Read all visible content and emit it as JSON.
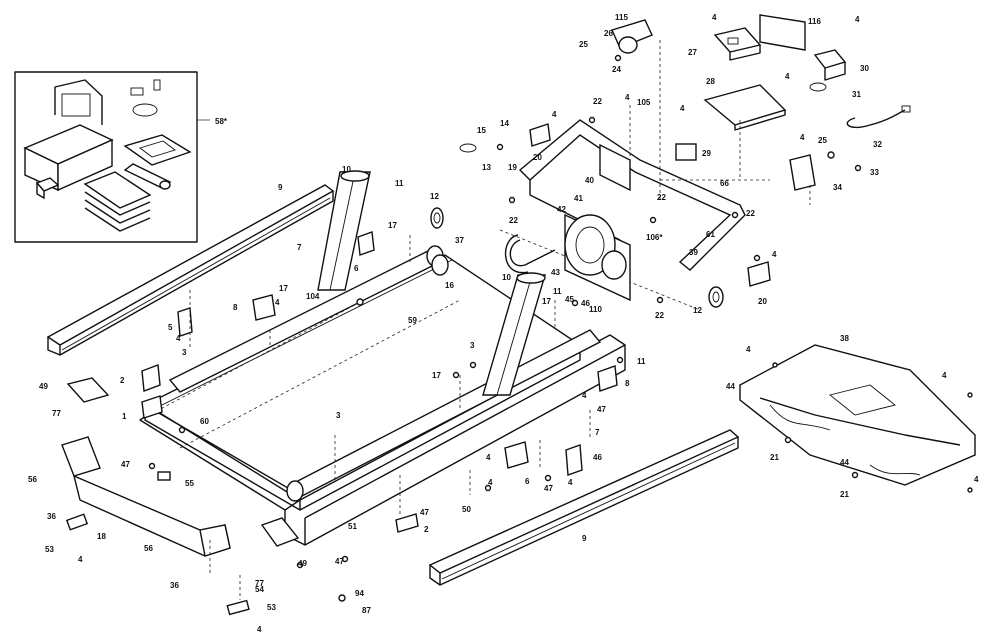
{
  "callouts": {
    "c1": "1",
    "c2a": "2",
    "c2b": "2",
    "c3a": "3",
    "c3b": "3",
    "c3c": "3",
    "c4a": "4",
    "c4b": "4",
    "c4c": "4",
    "c4d": "4",
    "c4e": "4",
    "c4f": "4",
    "c4g": "4",
    "c4h": "4",
    "c4i": "4",
    "c4j": "4",
    "c4k": "4",
    "c4l": "4",
    "c4m": "4",
    "c4n": "4",
    "c4o": "4",
    "c5": "5",
    "c6a": "6",
    "c6b": "6",
    "c7a": "7",
    "c7b": "7",
    "c8a": "8",
    "c8b": "8",
    "c9a": "9",
    "c9b": "9",
    "c10a": "10",
    "c10b": "10",
    "c11a": "11",
    "c11b": "11",
    "c11c": "11",
    "c12a": "12",
    "c12b": "12",
    "c13": "13",
    "c14": "14",
    "c15": "15",
    "c16": "16",
    "c17a": "17",
    "c17b": "17",
    "c17c": "17",
    "c17d": "17",
    "c18": "18",
    "c19": "19",
    "c20a": "20",
    "c20b": "20",
    "c21a": "21",
    "c21b": "21",
    "c22a": "22",
    "c22b": "22",
    "c22c": "22",
    "c22d": "22",
    "c22e": "22",
    "c24": "24",
    "c25a": "25",
    "c25b": "25",
    "c26": "26",
    "c27": "27",
    "c28": "28",
    "c29": "29",
    "c30": "30",
    "c31": "31",
    "c32": "32",
    "c33": "33",
    "c34": "34",
    "c36a": "36",
    "c36b": "36",
    "c37": "37",
    "c38": "38",
    "c39": "39",
    "c40": "40",
    "c41": "41",
    "c42": "42",
    "c43": "43",
    "c44a": "44",
    "c44b": "44",
    "c45": "45",
    "c46a": "46",
    "c46b": "46",
    "c47a": "47",
    "c47b": "47",
    "c47c": "47",
    "c47d": "47",
    "c47e": "47",
    "c49a": "49",
    "c49b": "49",
    "c50": "50",
    "c51": "51",
    "c53a": "53",
    "c53b": "53",
    "c54": "54",
    "c55": "55",
    "c56": "56",
    "c58": "58",
    "c59": "59",
    "c60": "60",
    "c61": "61",
    "c66": "66",
    "c77a": "77",
    "c77b": "77",
    "c87": "87",
    "c94": "94",
    "c104": "104",
    "c105": "105",
    "c106": "106*",
    "c110": "110",
    "c115": "115",
    "c116": "116",
    "c58star": "58*"
  }
}
